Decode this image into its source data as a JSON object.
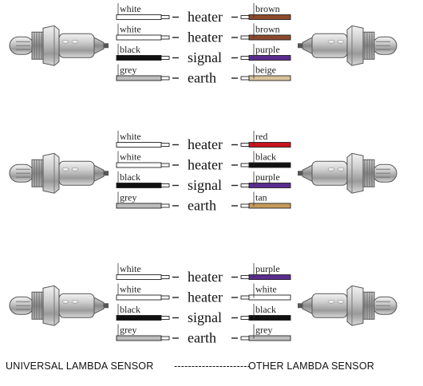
{
  "diagram": {
    "groups": [
      {
        "wires": [
          {
            "left_label": "white",
            "left_color": "#ffffff",
            "function": "heater",
            "right_label": "brown",
            "right_color": "#8b4a2b"
          },
          {
            "left_label": "white",
            "left_color": "#ffffff",
            "function": "heater",
            "right_label": "brown",
            "right_color": "#8b4a2b"
          },
          {
            "left_label": "black",
            "left_color": "#111111",
            "function": "signal",
            "right_label": "purple",
            "right_color": "#5b2c8f"
          },
          {
            "left_label": "grey",
            "left_color": "#bdbdbd",
            "function": "earth",
            "right_label": "beige",
            "right_color": "#d8c39b"
          }
        ]
      },
      {
        "wires": [
          {
            "left_label": "white",
            "left_color": "#ffffff",
            "function": "heater",
            "right_label": "red",
            "right_color": "#c8141e"
          },
          {
            "left_label": "white",
            "left_color": "#ffffff",
            "function": "heater",
            "right_label": "black",
            "right_color": "#111111"
          },
          {
            "left_label": "black",
            "left_color": "#111111",
            "function": "signal",
            "right_label": "purple",
            "right_color": "#5b2c8f"
          },
          {
            "left_label": "grey",
            "left_color": "#bdbdbd",
            "function": "earth",
            "right_label": "tan",
            "right_color": "#c79a5a"
          }
        ]
      },
      {
        "wires": [
          {
            "left_label": "white",
            "left_color": "#ffffff",
            "function": "heater",
            "right_label": "purple",
            "right_color": "#5b2c8f"
          },
          {
            "left_label": "white",
            "left_color": "#ffffff",
            "function": "heater",
            "right_label": "white",
            "right_color": "#ffffff"
          },
          {
            "left_label": "black",
            "left_color": "#111111",
            "function": "signal",
            "right_label": "black",
            "right_color": "#111111"
          },
          {
            "left_label": "grey",
            "left_color": "#bdbdbd",
            "function": "earth",
            "right_label": "grey",
            "right_color": "#bdbdbd"
          }
        ]
      }
    ],
    "sensor_icon": "oxygen-sensor-icon",
    "footer": {
      "left": "UNIVERSAL LAMBDA SENSOR",
      "separator": "----------------------",
      "right": "OTHER   LAMBDA  SENSOR"
    }
  }
}
